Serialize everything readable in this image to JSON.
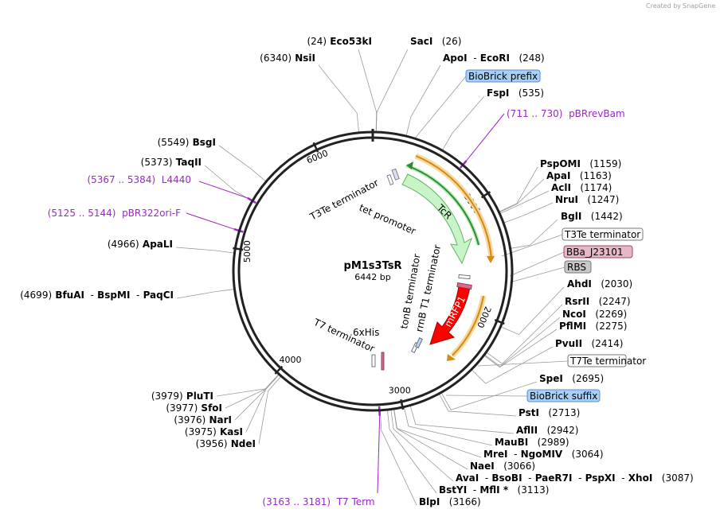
{
  "header": {
    "credit": "Created by",
    "brand": "SnapGene"
  },
  "plasmid": {
    "name": "pM1s3TsR",
    "size_label": "6442 bp",
    "length_bp": 6442
  },
  "ticks": [
    {
      "bp": 1000,
      "label": "1000"
    },
    {
      "bp": 2000,
      "label": "2000"
    },
    {
      "bp": 3000,
      "label": "3000"
    },
    {
      "bp": 4000,
      "label": "4000"
    },
    {
      "bp": 5000,
      "label": "5000"
    },
    {
      "bp": 6000,
      "label": "6000"
    }
  ],
  "sites": [
    {
      "id": "eco53ki",
      "text": [
        [
          "(24)",
          "pos"
        ],
        [
          "Eco53kI",
          "name"
        ]
      ],
      "bp": 24
    },
    {
      "id": "saci",
      "text": [
        [
          "SacI",
          "name"
        ],
        [
          "(26)",
          "pos"
        ]
      ],
      "bp": 26
    },
    {
      "id": "nsii",
      "text": [
        [
          "(6340)",
          "pos"
        ],
        [
          "NsiI",
          "name"
        ]
      ],
      "bp": 6340
    },
    {
      "id": "apoi-ecori",
      "text": [
        [
          "ApoI",
          "name"
        ],
        [
          "-",
          "sep"
        ],
        [
          "EcoRI",
          "name"
        ],
        [
          "(248)",
          "pos"
        ]
      ],
      "bp": 248
    },
    {
      "id": "fspi",
      "text": [
        [
          "FspI",
          "name"
        ],
        [
          "(535)",
          "pos"
        ]
      ],
      "bp": 535
    },
    {
      "id": "bsgi",
      "text": [
        [
          "(5549)",
          "pos"
        ],
        [
          "BsgI",
          "name"
        ]
      ],
      "bp": 5549
    },
    {
      "id": "taqii",
      "text": [
        [
          "(5373)",
          "pos"
        ],
        [
          "TaqII",
          "name"
        ]
      ],
      "bp": 5373
    },
    {
      "id": "pspomi",
      "text": [
        [
          "PspOMI",
          "name"
        ],
        [
          "(1159)",
          "pos"
        ]
      ],
      "bp": 1159
    },
    {
      "id": "apai",
      "text": [
        [
          "ApaI",
          "name"
        ],
        [
          "(1163)",
          "pos"
        ]
      ],
      "bp": 1163
    },
    {
      "id": "acli",
      "text": [
        [
          "AclI",
          "name"
        ],
        [
          "(1174)",
          "pos"
        ]
      ],
      "bp": 1174
    },
    {
      "id": "nrui",
      "text": [
        [
          "NruI",
          "name"
        ],
        [
          "(1247)",
          "pos"
        ]
      ],
      "bp": 1247
    },
    {
      "id": "bgli",
      "text": [
        [
          "BglI",
          "name"
        ],
        [
          "(1442)",
          "pos"
        ]
      ],
      "bp": 1442
    },
    {
      "id": "apali",
      "text": [
        [
          "(4966)",
          "pos"
        ],
        [
          "ApaLI",
          "name"
        ]
      ],
      "bp": 4966
    },
    {
      "id": "bfuai",
      "text": [
        [
          "(4699)",
          "pos"
        ],
        [
          "BfuAI",
          "name"
        ],
        [
          "-",
          "sep"
        ],
        [
          "BspMI",
          "name"
        ],
        [
          "-",
          "sep"
        ],
        [
          "PaqCI",
          "name"
        ]
      ],
      "bp": 4699
    },
    {
      "id": "ahdi",
      "text": [
        [
          "AhdI",
          "name"
        ],
        [
          "(2030)",
          "pos"
        ]
      ],
      "bp": 2030
    },
    {
      "id": "rsrii",
      "text": [
        [
          "RsrII",
          "name"
        ],
        [
          "(2247)",
          "pos"
        ]
      ],
      "bp": 2247
    },
    {
      "id": "ncoi",
      "text": [
        [
          "NcoI",
          "name"
        ],
        [
          "(2269)",
          "pos"
        ]
      ],
      "bp": 2269
    },
    {
      "id": "pflmi",
      "text": [
        [
          "PflMI",
          "name"
        ],
        [
          "(2275)",
          "pos"
        ]
      ],
      "bp": 2275
    },
    {
      "id": "pvuii",
      "text": [
        [
          "PvuII",
          "name"
        ],
        [
          "(2414)",
          "pos"
        ]
      ],
      "bp": 2414
    },
    {
      "id": "spei",
      "text": [
        [
          "SpeI",
          "name"
        ],
        [
          "(2695)",
          "pos"
        ]
      ],
      "bp": 2695
    },
    {
      "id": "psti",
      "text": [
        [
          "PstI",
          "name"
        ],
        [
          "(2713)",
          "pos"
        ]
      ],
      "bp": 2713
    },
    {
      "id": "aflii",
      "text": [
        [
          "AflII",
          "name"
        ],
        [
          "(2942)",
          "pos"
        ]
      ],
      "bp": 2942
    },
    {
      "id": "maubi",
      "text": [
        [
          "MauBI",
          "name"
        ],
        [
          "(2989)",
          "pos"
        ]
      ],
      "bp": 2989
    },
    {
      "id": "mrei",
      "text": [
        [
          "MreI",
          "name"
        ],
        [
          "-",
          "sep"
        ],
        [
          "NgoMIV",
          "name"
        ],
        [
          "(3064)",
          "pos"
        ]
      ],
      "bp": 3064
    },
    {
      "id": "naei",
      "text": [
        [
          "NaeI",
          "name"
        ],
        [
          "(3066)",
          "pos"
        ]
      ],
      "bp": 3066
    },
    {
      "id": "avai",
      "text": [
        [
          "AvaI",
          "name"
        ],
        [
          "-",
          "sep"
        ],
        [
          "BsoBI",
          "name"
        ],
        [
          "-",
          "sep"
        ],
        [
          "PaeR7I",
          "name"
        ],
        [
          "-",
          "sep"
        ],
        [
          "PspXI",
          "name"
        ],
        [
          "-",
          "sep"
        ],
        [
          "XhoI",
          "name"
        ],
        [
          "(3087)",
          "pos"
        ]
      ],
      "bp": 3087
    },
    {
      "id": "bstyi",
      "text": [
        [
          "BstYI",
          "name"
        ],
        [
          "-",
          "sep"
        ],
        [
          "MflI *",
          "name"
        ],
        [
          "(3113)",
          "pos"
        ]
      ],
      "bp": 3113
    },
    {
      "id": "blpi",
      "text": [
        [
          "BlpI",
          "name"
        ],
        [
          "(3166)",
          "pos"
        ]
      ],
      "bp": 3166
    },
    {
      "id": "plutI",
      "text": [
        [
          "(3979)",
          "pos"
        ],
        [
          "PluTI",
          "name"
        ]
      ],
      "bp": 3979
    },
    {
      "id": "sfoi",
      "text": [
        [
          "(3977)",
          "pos"
        ],
        [
          "SfoI",
          "name"
        ]
      ],
      "bp": 3977
    },
    {
      "id": "nari",
      "text": [
        [
          "(3976)",
          "pos"
        ],
        [
          "NarI",
          "name"
        ]
      ],
      "bp": 3976
    },
    {
      "id": "kasi",
      "text": [
        [
          "(3975)",
          "pos"
        ],
        [
          "KasI",
          "name"
        ]
      ],
      "bp": 3975
    },
    {
      "id": "ndei",
      "text": [
        [
          "(3956)",
          "pos"
        ],
        [
          "NdeI",
          "name"
        ]
      ],
      "bp": 3956
    }
  ],
  "primers": [
    {
      "id": "pbrrevbam",
      "range": "(711 .. 730)",
      "name": "pBRrevBam",
      "bp": 720
    },
    {
      "id": "l4440",
      "range": "(5367 .. 5384)",
      "name": "L4440",
      "bp": 5375
    },
    {
      "id": "pbr322ori-f",
      "range": "(5125 .. 5144)",
      "name": "pBR322ori-F",
      "bp": 5134
    },
    {
      "id": "t7-term",
      "range": "(3163 .. 3181)",
      "name": "T7 Term",
      "bp": 3172
    }
  ],
  "boxed_labels": [
    {
      "id": "biobrick-prefix",
      "text": "BioBrick prefix",
      "fill": "#a8cff5",
      "stroke": "#5b8fd0"
    },
    {
      "id": "t3te-terminator-box",
      "text": "T3Te terminator",
      "fill": "#ffffff",
      "stroke": "#777777"
    },
    {
      "id": "bba-j23101",
      "text": "BBa_J23101",
      "fill": "#e6b7c5",
      "stroke": "#9c4a60"
    },
    {
      "id": "rbs",
      "text": "RBS",
      "fill": "#c8c8c8",
      "stroke": "#777777"
    },
    {
      "id": "t7te-terminator-box",
      "text": "T7Te terminator",
      "fill": "#ffffff",
      "stroke": "#777777"
    },
    {
      "id": "biobrick-suffix",
      "text": "BioBrick suffix",
      "fill": "#a8cff5",
      "stroke": "#5b8fd0"
    }
  ],
  "inner_features": [
    {
      "id": "t3te-terminator",
      "label": "T3Te terminator"
    },
    {
      "id": "tet-promoter",
      "label": "tet promoter"
    },
    {
      "id": "tcr",
      "label": "TcR",
      "color": "#c8f5c8",
      "border": "#5fb45f"
    },
    {
      "id": "tonb-terminator",
      "label": "tonB terminator"
    },
    {
      "id": "rrnb-t1-terminator",
      "label": "rrnB T1 terminator"
    },
    {
      "id": "mrfp1",
      "label": "mRFP1",
      "color": "#ff0000",
      "border": "#a00000"
    },
    {
      "id": "t7-terminator",
      "label": "T7 terminator"
    },
    {
      "id": "6xhis",
      "label": "6xHis"
    }
  ],
  "colors": {
    "backbone": "#222222",
    "orange_arc": "#f0a020",
    "green_arc": "#30a030",
    "primer": "#9c27c8"
  }
}
